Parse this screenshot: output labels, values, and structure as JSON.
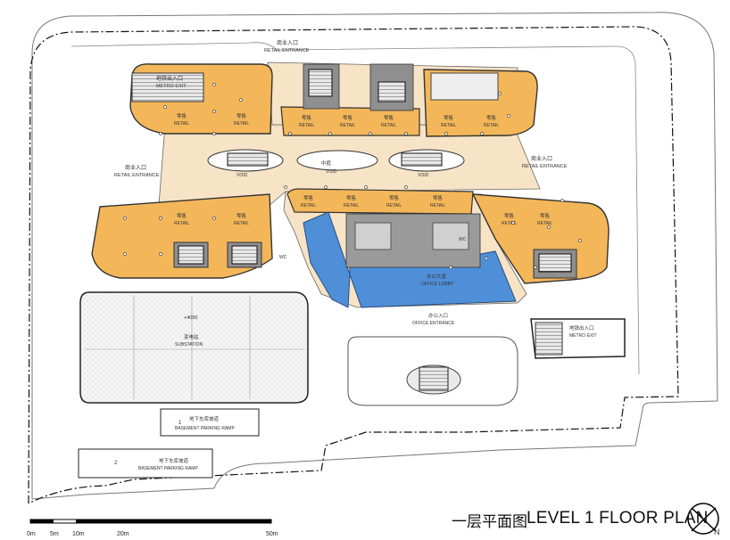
{
  "title": {
    "zh": "一层平面图",
    "en": "LEVEL 1 FLOOR PLAN"
  },
  "north": "N",
  "scale": [
    "0m",
    "5m",
    "10m",
    "20m",
    "50m"
  ],
  "labels": {
    "retail_entrance_top_zh": "商业入口",
    "retail_entrance_top_en": "RETAIL ENTRANCE",
    "metro_exit_top_zh": "地铁出入口",
    "metro_exit_top_en": "METRO EXIT",
    "retail_entrance_left_zh": "商业入口",
    "retail_entrance_left_en": "RETAIL ENTRANCE",
    "retail_entrance_right_zh": "商业入口",
    "retail_entrance_right_en": "RETAIL ENTRANCE",
    "retail_zh": "零售",
    "retail_en": "RETAIL",
    "void": "VOID",
    "void_zh": "中庭",
    "office_lobby_zh": "办公大堂",
    "office_lobby_en": "OFFICE LOBBY",
    "office_entrance_zh": "办公入口",
    "office_entrance_en": "OFFICE ENTRANCE",
    "substation_zh": "变电站",
    "substation_en": "SUBSTATION",
    "level_mark": "+4050",
    "metro_exit_right_zh": "地铁出入口",
    "metro_exit_right_en": "METRO EXIT",
    "ramp1_num": "1",
    "ramp1_zh": "地下车库坡道",
    "ramp1_en": "BASEMENT PARKING RAMP",
    "ramp2_num": "2",
    "ramp2_zh": "地下车库坡道",
    "ramp2_en": "BASEMENT PARKING RAMP",
    "wc": "WC"
  },
  "colors": {
    "retail": "#F3B75A",
    "plaza": "#F7E3C6",
    "lobby": "#4F8FD8",
    "core": "#8F8F8F"
  }
}
